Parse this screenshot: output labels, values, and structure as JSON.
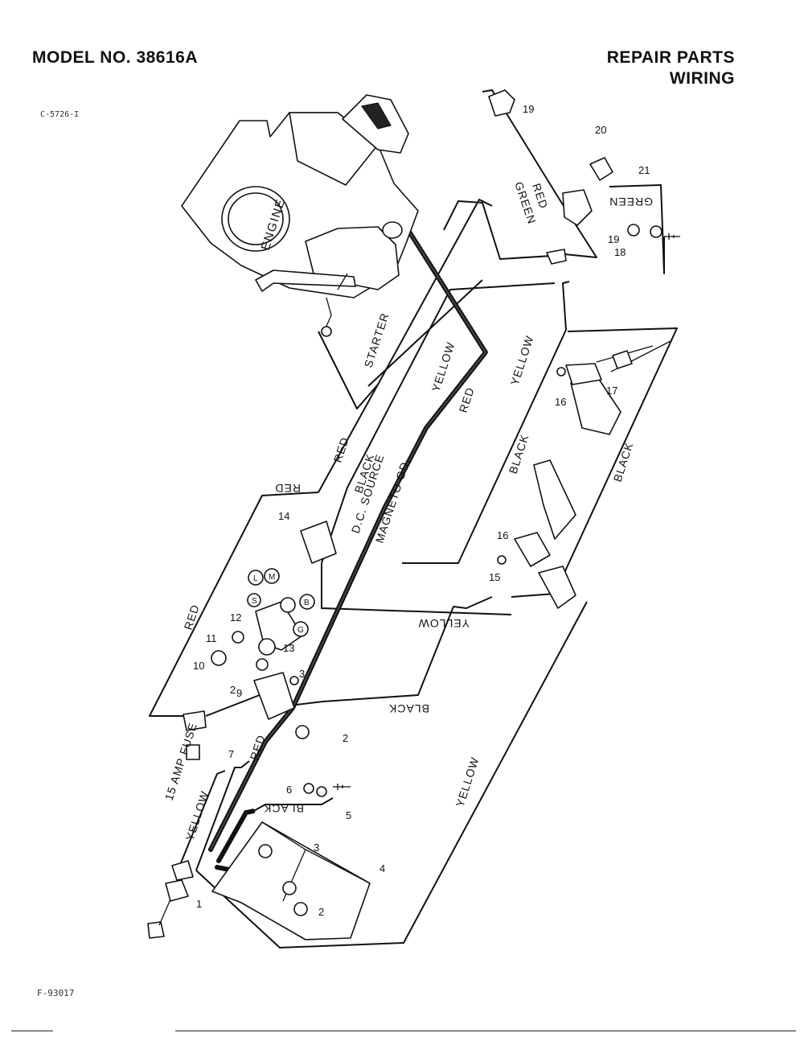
{
  "header": {
    "model": "MODEL NO. 38616A",
    "section_line1": "REPAIR PARTS",
    "section_line2": "WIRING"
  },
  "codes": {
    "top": "C-5726-I",
    "bottom": "F-93017"
  },
  "engine": {
    "label": "ENGINE",
    "starter_label": "STARTER"
  },
  "wire_labels": {
    "red_top_right": "RED",
    "green_diag": "GREEN",
    "green_right": "GREEN",
    "yellow_center": "YELLOW",
    "red_center": "RED",
    "yellow_right": "YELLOW",
    "red_left_diag": "RED",
    "black_diag": "BLACK",
    "dc_source": "D.C. SOURCE",
    "magneto": "MAGNETO GD.",
    "red_flipped": "RED",
    "red_left": "RED",
    "black_right": "BLACK",
    "black_far_right": "BLACK",
    "yellow_mid_flipped": "YELLOW",
    "black_mid_flipped": "BLACK",
    "yellow_bottom": "YELLOW",
    "red_bottom": "RED",
    "black_battery": "BLACK",
    "yellow_left": "YELLOW",
    "fuse": "15 AMP FUSE"
  },
  "part_numbers": {
    "p1": "1",
    "p2a": "2",
    "p2b": "2",
    "p2c": "2",
    "p3a": "3",
    "p3b": "3",
    "p4": "4",
    "p5": "5",
    "p6": "6",
    "p7": "7",
    "p9": "9",
    "p10": "10",
    "p11": "11",
    "p12": "12",
    "p13": "13",
    "p14": "14",
    "p15": "15",
    "p16a": "16",
    "p16b": "16",
    "p17": "17",
    "p18": "18",
    "p19a": "19",
    "p19b": "19",
    "p20": "20",
    "p21": "21"
  },
  "terminals": {
    "s": "S",
    "l": "L",
    "m": "M",
    "b": "B",
    "g": "G"
  }
}
